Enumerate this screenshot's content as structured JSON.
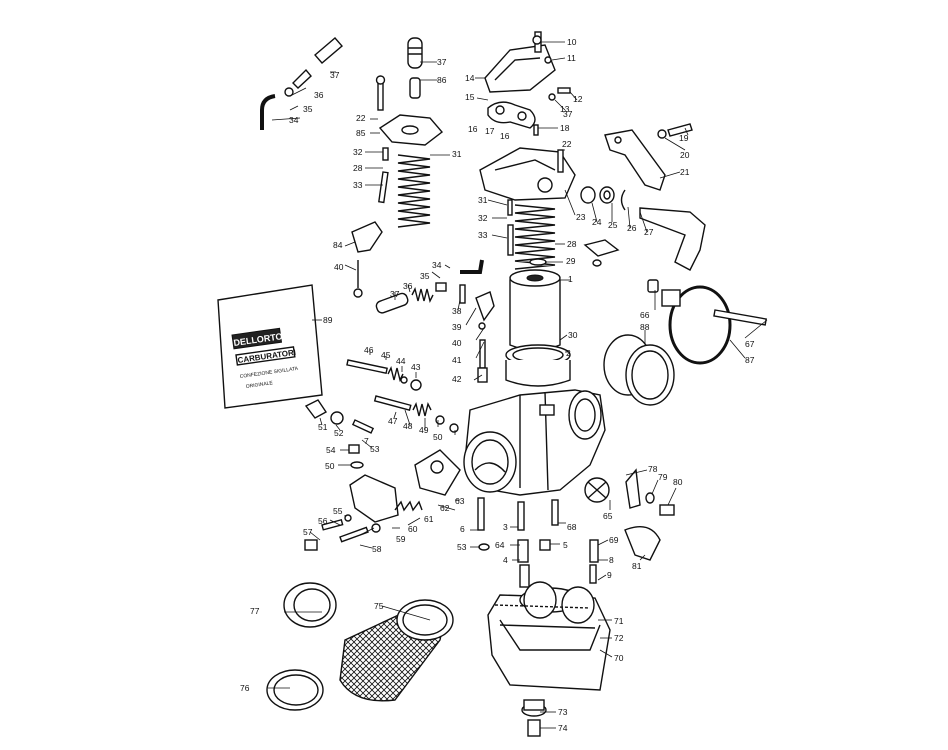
{
  "bag": {
    "brand": "DELLORTO",
    "product": "CARBURATORI",
    "line1": "CONFEZIONE SIGILLATA",
    "line2": "ORIGINALE"
  },
  "callouts": [
    "1",
    "2",
    "3",
    "4",
    "5",
    "6",
    "7",
    "8",
    "9",
    "10",
    "11",
    "12",
    "13",
    "14",
    "15",
    "16",
    "17",
    "18",
    "19",
    "20",
    "21",
    "22",
    "23",
    "24",
    "25",
    "26",
    "27",
    "28",
    "29",
    "30",
    "31",
    "32",
    "33",
    "34",
    "35",
    "36",
    "37",
    "38",
    "39",
    "40",
    "41",
    "42",
    "43",
    "44",
    "45",
    "46",
    "47",
    "48",
    "49",
    "50",
    "51",
    "52",
    "53",
    "54",
    "55",
    "56",
    "57",
    "58",
    "59",
    "60",
    "61",
    "62",
    "63",
    "64",
    "65",
    "66",
    "67",
    "68",
    "69",
    "70",
    "71",
    "72",
    "73",
    "74",
    "75",
    "76",
    "77",
    "78",
    "79",
    "80",
    "81",
    "84",
    "85",
    "86",
    "87",
    "88",
    "89"
  ]
}
